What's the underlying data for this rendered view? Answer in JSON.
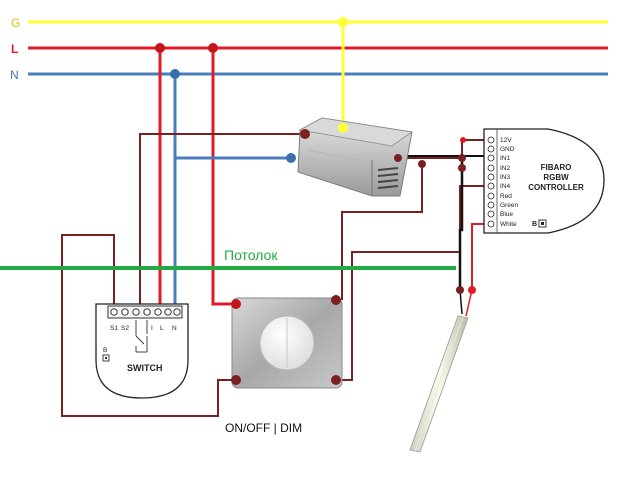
{
  "bus_labels": {
    "ground": "G",
    "line": "L",
    "neutral": "N"
  },
  "ceiling_label": "Потолок",
  "push_button_caption": "ON/OFF | DIM",
  "switch_module": {
    "title": "SWITCH",
    "terminals": [
      "S1",
      "S2",
      "",
      "",
      "I",
      "L",
      "N"
    ],
    "button_label": "B"
  },
  "controller": {
    "title_lines": [
      "FIBARO",
      "RGBW",
      "CONTROLLER"
    ],
    "terminals": [
      "12V",
      "GND",
      "IN1",
      "IN2",
      "IN3",
      "IN4",
      "Red",
      "Green",
      "Blue",
      "White"
    ],
    "button_label": "B"
  },
  "colors": {
    "ground": "#ffff33",
    "line": "#e01b24",
    "neutral": "#4a7ebb",
    "wire": "#7a2020",
    "black_wire": "#111111",
    "ceiling": "#22aa44",
    "neutral_label": "#3a78c2"
  }
}
